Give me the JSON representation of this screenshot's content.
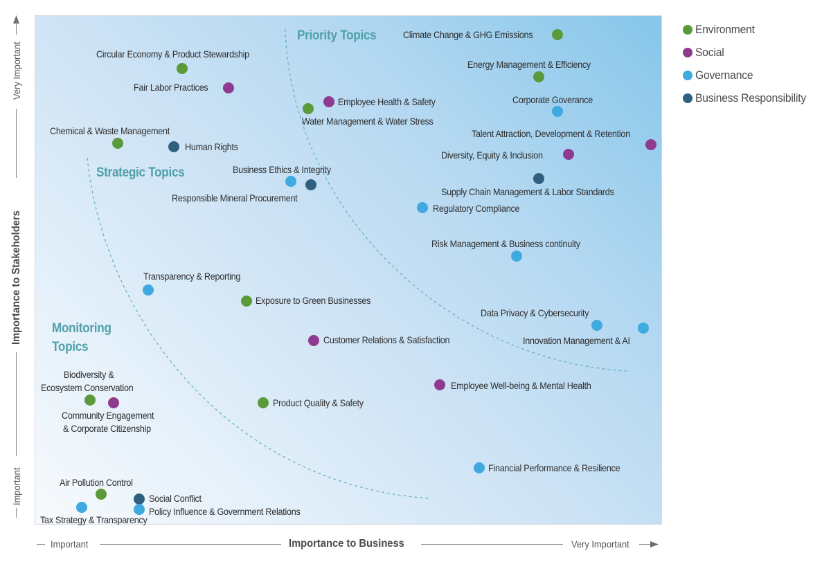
{
  "legend": {
    "items": [
      {
        "label": "Environment",
        "color": "#5a9a3a"
      },
      {
        "label": "Social",
        "color": "#8e3b8f"
      },
      {
        "label": "Governance",
        "color": "#3fa9e0"
      },
      {
        "label": "Business Responsibility",
        "color": "#2f6080"
      }
    ]
  },
  "zones": {
    "priority": "Priority Topics",
    "strategic": "Strategic Topics",
    "monitoring_line1": "Monitoring",
    "monitoring_line2": "Topics"
  },
  "x_axis": {
    "low": "Important",
    "title": "Importance to Business",
    "high": "Very Important"
  },
  "y_axis": {
    "low": "Important",
    "title": "Importance to Stakeholders",
    "high": "Very Important"
  },
  "topics": [
    {
      "label": "Climate Change & GHG Emissions",
      "category": "Environment"
    },
    {
      "label": "Circular Economy & Product Stewardship",
      "category": "Environment"
    },
    {
      "label": "Energy Management & Efficiency",
      "category": "Environment"
    },
    {
      "label": "Fair Labor Practices",
      "category": "Social"
    },
    {
      "label": "Employee Health & Safety",
      "category": "Social"
    },
    {
      "label": "Water Management & Water Stress",
      "category": "Environment"
    },
    {
      "label": "Corporate Goverance",
      "category": "Governance"
    },
    {
      "label": "Chemical & Waste Management",
      "category": "Environment"
    },
    {
      "label": "Human Rights",
      "category": "Business Responsibility"
    },
    {
      "label": "Talent Attraction, Development & Retention",
      "category": "Social"
    },
    {
      "label": "Diversity, Equity & Inclusion",
      "category": "Social"
    },
    {
      "label": "Business Ethics & Integrity",
      "category": "Governance"
    },
    {
      "label": "Responsible Mineral Procurement",
      "category": "Business Responsibility"
    },
    {
      "label": "Supply Chain Management & Labor Standards",
      "category": "Business Responsibility"
    },
    {
      "label": "Regulatory Compliance",
      "category": "Governance"
    },
    {
      "label": "Risk Management & Business continuity",
      "category": "Governance"
    },
    {
      "label": "Transparency & Reporting",
      "category": "Governance"
    },
    {
      "label": "Exposure to Green Businesses",
      "category": "Environment"
    },
    {
      "label": "Data Privacy & Cybersecurity",
      "category": "Governance"
    },
    {
      "label": "Innovation Management & AI",
      "category": "Governance"
    },
    {
      "label": "Customer Relations & Satisfaction",
      "category": "Social"
    },
    {
      "label": "Biodiversity &",
      "label2": "Ecosystem Conservation",
      "category": "Environment"
    },
    {
      "label": "Community Engagement",
      "label2": "& Corporate Citizenship",
      "category": "Social"
    },
    {
      "label": "Employee Well-being & Mental Health",
      "category": "Social"
    },
    {
      "label": "Product Quality & Safety",
      "category": "Environment"
    },
    {
      "label": "Financial Performance & Resilience",
      "category": "Governance"
    },
    {
      "label": "Air Pollution Control",
      "category": "Environment"
    },
    {
      "label": "Social Conflict",
      "category": "Business Responsibility"
    },
    {
      "label": "Policy Influence & Government Relations",
      "category": "Governance"
    },
    {
      "label": "Tax Strategy & Transparency",
      "category": "Governance"
    }
  ],
  "chart_data": {
    "type": "scatter",
    "title": "",
    "xlabel": "Importance to Business",
    "ylabel": "Importance to Stakeholders",
    "x_range_labels": [
      "Important",
      "Very Important"
    ],
    "y_range_labels": [
      "Important",
      "Very Important"
    ],
    "xlim": [
      0,
      100
    ],
    "ylim": [
      0,
      100
    ],
    "grid": false,
    "legend_position": "top-right outside",
    "zones": [
      "Monitoring Topics",
      "Strategic Topics",
      "Priority Topics"
    ],
    "series": [
      {
        "name": "Environment",
        "color": "#5a9a3a",
        "points": [
          {
            "label": "Climate Change & GHG Emissions",
            "x": 83.3,
            "y": 96.3
          },
          {
            "label": "Circular Economy & Product Stewardship",
            "x": 23.5,
            "y": 89.7
          },
          {
            "label": "Energy Management & Efficiency",
            "x": 80.4,
            "y": 88.0
          },
          {
            "label": "Water Management & Water Stress",
            "x": 43.7,
            "y": 81.7
          },
          {
            "label": "Chemical & Waste Management",
            "x": 13.2,
            "y": 74.5
          },
          {
            "label": "Exposure to Green Businesses",
            "x": 33.8,
            "y": 44.3
          },
          {
            "label": "Biodiversity & Ecosystem Conservation",
            "x": 8.8,
            "y": 24.3
          },
          {
            "label": "Product Quality & Safety",
            "x": 36.4,
            "y": 24.0
          },
          {
            "label": "Air Pollution Control",
            "x": 10.6,
            "y": 5.9
          }
        ]
      },
      {
        "name": "Social",
        "color": "#8e3b8f",
        "points": [
          {
            "label": "Fair Labor Practices",
            "x": 30.9,
            "y": 85.7
          },
          {
            "label": "Employee Health & Safety",
            "x": 47.0,
            "y": 83.0
          },
          {
            "label": "Talent Attraction, Development & Retention",
            "x": 98.3,
            "y": 74.7
          },
          {
            "label": "Diversity, Equity & Inclusion",
            "x": 85.1,
            "y": 72.7
          },
          {
            "label": "Customer Relations & Satisfaction",
            "x": 44.5,
            "y": 36.3
          },
          {
            "label": "Community Engagement & Corporate Citizenship",
            "x": 12.6,
            "y": 23.9
          },
          {
            "label": "Employee Well-being & Mental Health",
            "x": 64.6,
            "y": 27.5
          }
        ]
      },
      {
        "name": "Governance",
        "color": "#3fa9e0",
        "points": [
          {
            "label": "Corporate Goverance",
            "x": 83.3,
            "y": 81.2
          },
          {
            "label": "Business Ethics & Integrity",
            "x": 40.8,
            "y": 67.9
          },
          {
            "label": "Regulatory Compliance",
            "x": 61.8,
            "y": 62.2
          },
          {
            "label": "Risk Management & Business continuity",
            "x": 76.9,
            "y": 52.8
          },
          {
            "label": "Transparency & Reporting",
            "x": 18.2,
            "y": 46.4
          },
          {
            "label": "Data Privacy & Cybersecurity",
            "x": 89.7,
            "y": 39.3
          },
          {
            "label": "Innovation Management & AI",
            "x": 97.1,
            "y": 38.7
          },
          {
            "label": "Financial Performance & Resilience",
            "x": 70.8,
            "y": 11.1
          },
          {
            "label": "Policy Influence & Government Relations",
            "x": 16.8,
            "y": 3.0
          },
          {
            "label": "Tax Strategy & Transparency",
            "x": 7.3,
            "y": 3.4
          }
        ]
      },
      {
        "name": "Business Responsibility",
        "color": "#2f6080",
        "points": [
          {
            "label": "Human Rights",
            "x": 22.2,
            "y": 74.2
          },
          {
            "label": "Responsible Mineral Procurement",
            "x": 44.2,
            "y": 66.7
          },
          {
            "label": "Supply Chain Management & Labor Standards",
            "x": 80.4,
            "y": 67.9
          },
          {
            "label": "Social Conflict",
            "x": 16.8,
            "y": 4.8
          }
        ]
      }
    ]
  }
}
